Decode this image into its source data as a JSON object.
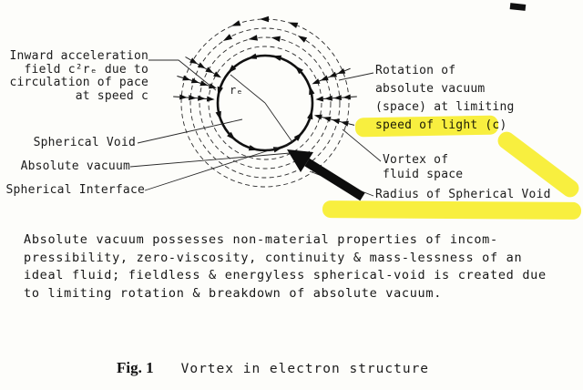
{
  "figure": {
    "labels": {
      "inward_acceleration": "Inward acceleration\nfield c²rₑ due to\ncirculation of pace\nat speed c",
      "spherical_void": "Spherical Void",
      "absolute_vacuum": "Absolute vacuum",
      "spherical_interface": "Spherical Interface",
      "rotation": "Rotation of\nabsolute vacuum\n(space) at limiting\nspeed of light (c)",
      "vortex": "Vortex of\nfluid space",
      "radius": "Radius of Spherical Void",
      "radius_symbol": "rₑ"
    },
    "highlight_color": "#f9ed00",
    "ink_color": "#1c1c1c"
  },
  "paragraph": "Absolute vacuum possesses non-material properties of incom-\npressibility, zero-viscosity, continuity & mass-lessness of an\nideal fluid; fieldless & energyless spherical-void is created due\nto limiting rotation & breakdown of absolute vacuum.",
  "caption": {
    "fig_label": "Fig. 1",
    "title": "Vortex in electron structure"
  }
}
